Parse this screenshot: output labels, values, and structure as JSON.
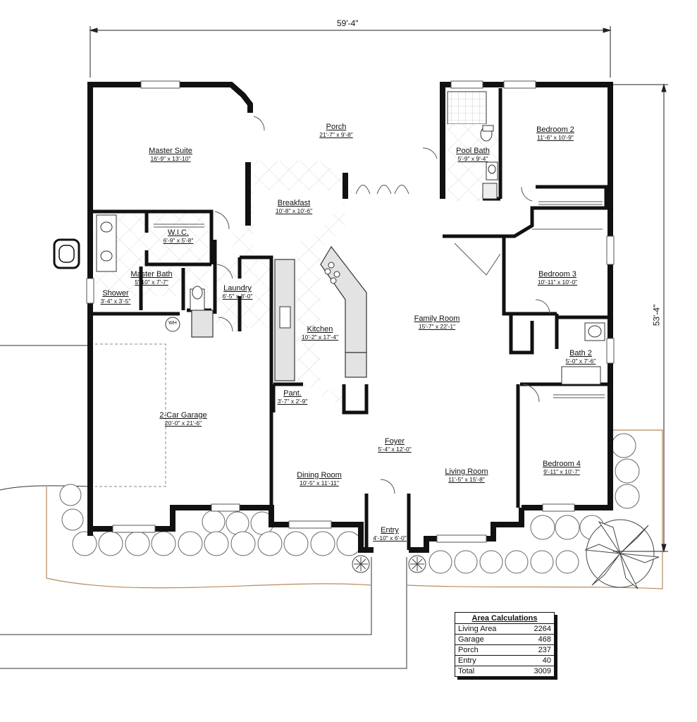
{
  "dimensions": {
    "width_label": "59'-4\"",
    "depth_label": "53'-4\""
  },
  "rooms": {
    "porch": {
      "name": "Porch",
      "size": "21'-7\" x 9'-8\""
    },
    "master_suite": {
      "name": "Master Suite",
      "size": "16'-9\" x 13'-10\""
    },
    "breakfast": {
      "name": "Breakfast",
      "size": "10'-8\" x 10'-6\""
    },
    "pool_bath": {
      "name": "Pool Bath",
      "size": "5'-9\" x 9'-4\""
    },
    "bedroom_2": {
      "name": "Bedroom 2",
      "size": "11'-6\" x 10'-9\""
    },
    "wic": {
      "name": "W.I.C.",
      "size": "6'-9\" x 5'-8\""
    },
    "master_bath": {
      "name": "Master Bath",
      "size": "5'-10\" x 7'-7\""
    },
    "shower": {
      "name": "Shower",
      "size": "3'-4\" x 3'-5\""
    },
    "laundry": {
      "name": "Laundry",
      "size": "6'-5\" x 8'-0\""
    },
    "bedroom_3": {
      "name": "Bedroom 3",
      "size": "10'-11\" x 10'-0\""
    },
    "family_room": {
      "name": "Family Room",
      "size": "15'-7\" x 22'-1\""
    },
    "kitchen": {
      "name": "Kitchen",
      "size": "10'-2\" x 17'-4\""
    },
    "bath_2": {
      "name": "Bath 2",
      "size": "5'-0\" x 7'-6\""
    },
    "pantry": {
      "name": "Pant.",
      "size": "3'-7\" x 2'-9\""
    },
    "garage": {
      "name": "2-Car Garage",
      "size": "20'-0\" x 21'-6\""
    },
    "foyer": {
      "name": "Foyer",
      "size": "5'-4\" x 12'-0\""
    },
    "bedroom_4": {
      "name": "Bedroom 4",
      "size": "9'-11\" x 10'-7\""
    },
    "dining_room": {
      "name": "Dining Room",
      "size": "10'-5\" x 11'-11\""
    },
    "living_room": {
      "name": "Living Room",
      "size": "11'-5\" x 15'-8\""
    },
    "entry": {
      "name": "Entry",
      "size": "4'-10\" x 6'-0\""
    }
  },
  "fixtures": {
    "water_heater": "WH"
  },
  "area_calculations": {
    "title": "Area Calculations",
    "rows": [
      {
        "label": "Living Area",
        "value": "2264"
      },
      {
        "label": "Garage",
        "value": "468"
      },
      {
        "label": "Porch",
        "value": "237"
      },
      {
        "label": "Entry",
        "value": "40"
      },
      {
        "label": "Total",
        "value": "3009"
      }
    ]
  }
}
